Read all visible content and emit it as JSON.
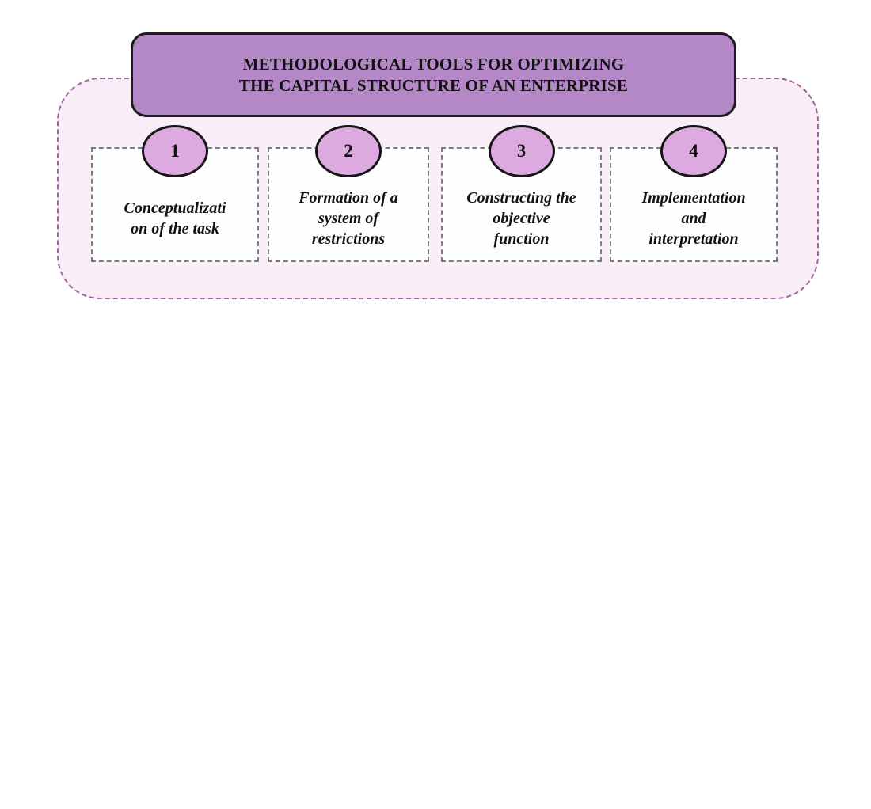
{
  "title": "METHODOLOGICAL TOOLS FOR OPTIMIZING\nTHE CAPITAL STRUCTURE OF AN ENTERPRISE",
  "steps": [
    {
      "number": "1",
      "label": "Conceptualizati\non of the task"
    },
    {
      "number": "2",
      "label": "Formation of a\nsystem of\nrestrictions"
    },
    {
      "number": "3",
      "label": "Constructing the\nobjective\nfunction"
    },
    {
      "number": "4",
      "label": "Implementation\nand\ninterpretation"
    }
  ],
  "colors": {
    "title_fill": "#b487c6",
    "ellipse_fill": "#dcaade",
    "container_fill": "#f9eef8",
    "container_border": "#9d639c",
    "box_border": "#7c7c7c"
  }
}
